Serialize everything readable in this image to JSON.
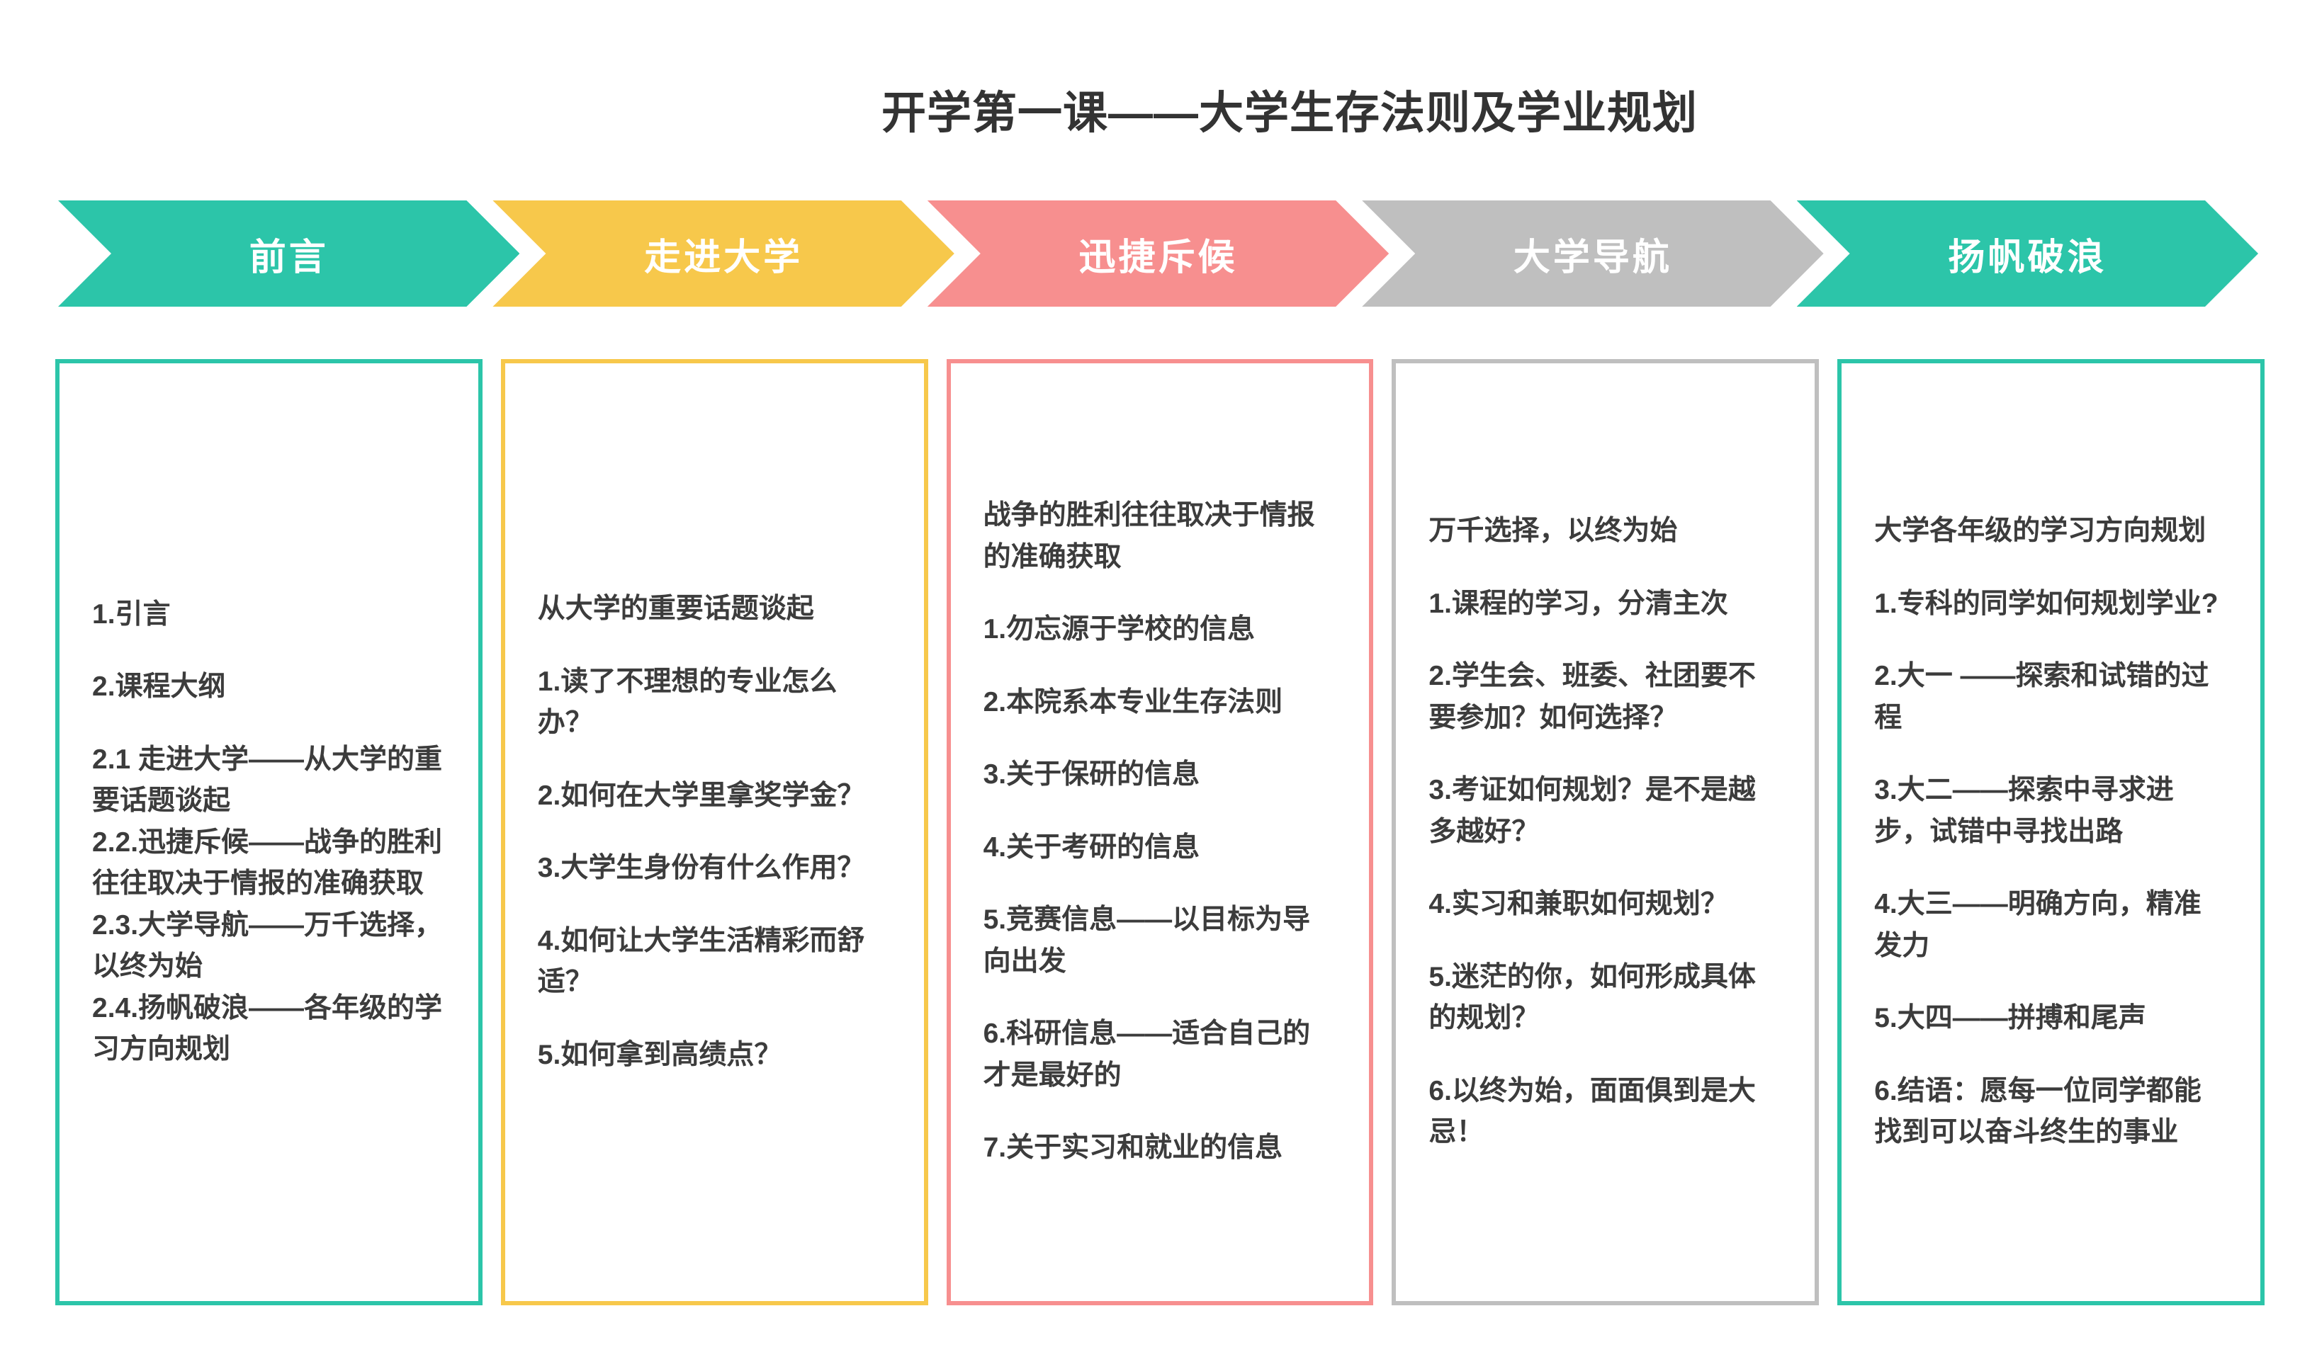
{
  "title": "开学第一课——大学生存法则及学业规划",
  "steps": [
    {
      "label": "前言",
      "color": "#2cc5a9"
    },
    {
      "label": "走进大学",
      "color": "#f7c84b"
    },
    {
      "label": "迅捷斥候",
      "color": "#f78f8f"
    },
    {
      "label": "大学导航",
      "color": "#bfbfbf"
    },
    {
      "label": "扬帆破浪",
      "color": "#2cc5a9"
    }
  ],
  "columns": [
    {
      "border": "#2cc5a9",
      "items": [
        "1.引言",
        "2.课程大纲",
        "2.1 走进大学——从大学的重要话题谈起",
        "2.2.迅捷斥候——战争的胜利往往取决于情报的准确获取",
        "2.3.大学导航——万千选择，以终为始",
        "2.4.扬帆破浪——各年级的学习方向规划"
      ]
    },
    {
      "border": "#f7c84b",
      "items": [
        "从大学的重要话题谈起",
        "1.读了不理想的专业怎么办？",
        "2.如何在大学里拿奖学金？",
        "3.大学生身份有什么作用？",
        "4.如何让大学生活精彩而舒适？",
        "5.如何拿到高绩点？"
      ]
    },
    {
      "border": "#f78f8f",
      "items": [
        "战争的胜利往往取决于情报的准确获取",
        "1.勿忘源于学校的信息",
        "2.本院系本专业生存法则",
        "3.关于保研的信息",
        "4.关于考研的信息",
        "5.竞赛信息——以目标为导向出发",
        "6.科研信息——适合自己的才是最好的",
        "7.关于实习和就业的信息"
      ]
    },
    {
      "border": "#bfbfbf",
      "items": [
        "万千选择，以终为始",
        "1.课程的学习，分清主次",
        "2.学生会、班委、社团要不要参加？如何选择？",
        "3.考证如何规划？是不是越多越好？",
        "4.实习和兼职如何规划？",
        "5.迷茫的你，如何形成具体的规划？",
        "6.以终为始，面面俱到是大忌！"
      ]
    },
    {
      "border": "#2cc5a9",
      "items": [
        "大学各年级的学习方向规划",
        "1.专科的同学如何规划学业?",
        "2.大一 ——探索和试错的过程",
        "3.大二——探索中寻求进步，试错中寻找出路",
        "4.大三——明确方向，精准发力",
        "5.大四——拼搏和尾声",
        "6.结语：愿每一位同学都能找到可以奋斗终生的事业"
      ]
    }
  ]
}
